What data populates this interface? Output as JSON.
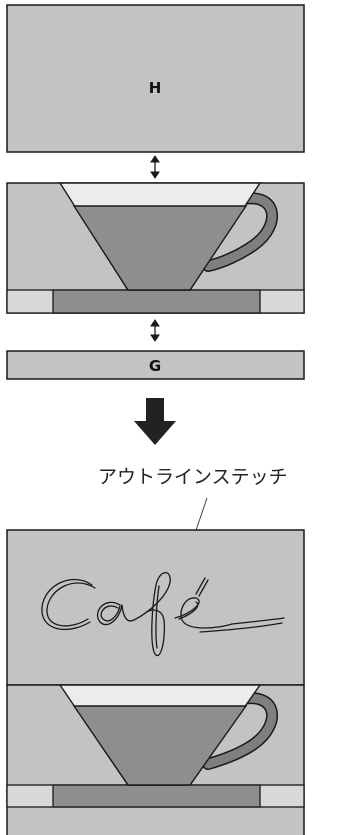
{
  "labels": {
    "top_block": "H",
    "base_block": "G",
    "callout": "アウトラインステッチ"
  },
  "colors": {
    "panel_fill": "#c3c3c3",
    "stroke": "#1a1a1a",
    "cup_dark": "#8e8e8e",
    "cup_rim": "#ececec",
    "handle": "#7f7f7f",
    "arrow": "#222222"
  },
  "icons": {
    "spacing_indicator": "double-vertical-arrow-icon",
    "process_arrow": "down-arrow-icon"
  },
  "embroidery_text_visual": "Café"
}
